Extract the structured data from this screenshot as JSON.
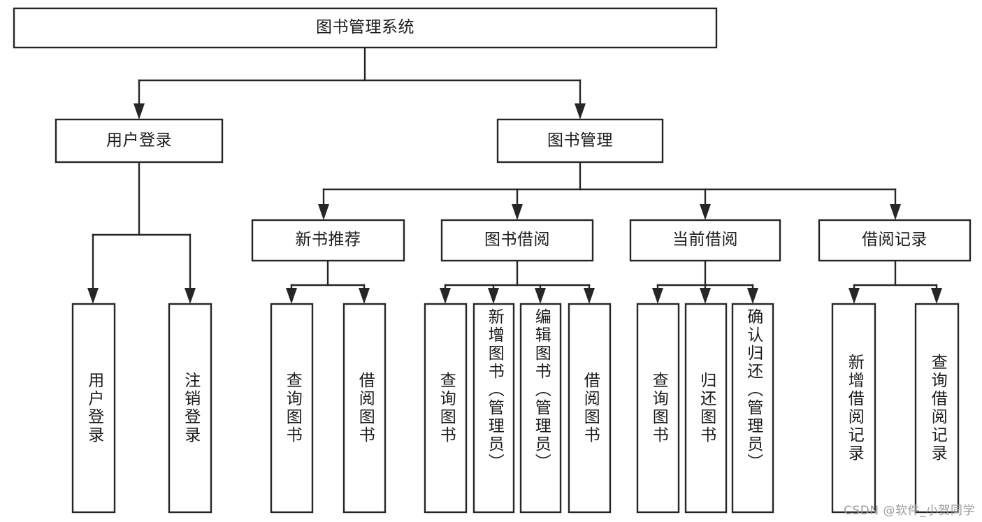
{
  "diagram": {
    "title": "图书管理系统",
    "type": "hierarchy-tree",
    "watermark": "CSDN @软件_小贺同学",
    "colors": {
      "box_stroke": "#262626",
      "box_fill": "#ffffff",
      "text": "#1b1b1b",
      "connector": "#262626",
      "watermark": "#9b9b9b",
      "background": "#ffffff"
    },
    "levels": {
      "root": {
        "label": "图书管理系统"
      },
      "level2": [
        {
          "id": "user-login",
          "label": "用户登录"
        },
        {
          "id": "book-manage",
          "label": "图书管理"
        }
      ],
      "level3": [
        {
          "id": "new-book-rec",
          "label": "新书推荐",
          "parent": "book-manage"
        },
        {
          "id": "book-borrow",
          "label": "图书借阅",
          "parent": "book-manage"
        },
        {
          "id": "current-borrow",
          "label": "当前借阅",
          "parent": "book-manage"
        },
        {
          "id": "borrow-record",
          "label": "借阅记录",
          "parent": "book-manage"
        }
      ],
      "leaves": [
        {
          "id": "leaf-user-login",
          "label": "用户登录",
          "parent": "user-login"
        },
        {
          "id": "leaf-logout",
          "label": "注销登录",
          "parent": "user-login"
        },
        {
          "id": "leaf-query-book-1",
          "label": "查询图书",
          "parent": "new-book-rec"
        },
        {
          "id": "leaf-borrow-book-1",
          "label": "借阅图书",
          "parent": "new-book-rec"
        },
        {
          "id": "leaf-query-book-2",
          "label": "查询图书",
          "parent": "book-borrow"
        },
        {
          "id": "leaf-add-book",
          "label": "新增图书（管理员）",
          "parent": "book-borrow"
        },
        {
          "id": "leaf-edit-book",
          "label": "编辑图书（管理员）",
          "parent": "book-borrow"
        },
        {
          "id": "leaf-borrow-book-2",
          "label": "借阅图书",
          "parent": "book-borrow"
        },
        {
          "id": "leaf-query-book-3",
          "label": "查询图书",
          "parent": "current-borrow"
        },
        {
          "id": "leaf-return-book",
          "label": "归还图书",
          "parent": "current-borrow"
        },
        {
          "id": "leaf-confirm-return",
          "label": "确认归还（管理员）",
          "parent": "current-borrow"
        },
        {
          "id": "leaf-add-record",
          "label": "新增借阅记录",
          "parent": "borrow-record"
        },
        {
          "id": "leaf-query-record",
          "label": "查询借阅记录",
          "parent": "borrow-record"
        }
      ]
    }
  }
}
